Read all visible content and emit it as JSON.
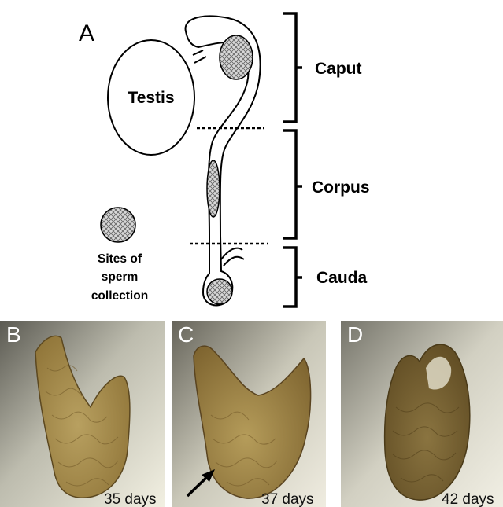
{
  "diagram": {
    "panel_label": "A",
    "testis_label": "Testis",
    "regions": [
      {
        "id": "caput",
        "label": "Caput"
      },
      {
        "id": "corpus",
        "label": "Corpus"
      },
      {
        "id": "cauda",
        "label": "Cauda"
      }
    ],
    "legend": {
      "line1": "Sites of",
      "line2": "sperm",
      "line3": "collection"
    }
  },
  "photos": [
    {
      "label": "B",
      "days": "35 days"
    },
    {
      "label": "C",
      "days": "37 days"
    },
    {
      "label": "D",
      "days": "42 days"
    }
  ]
}
